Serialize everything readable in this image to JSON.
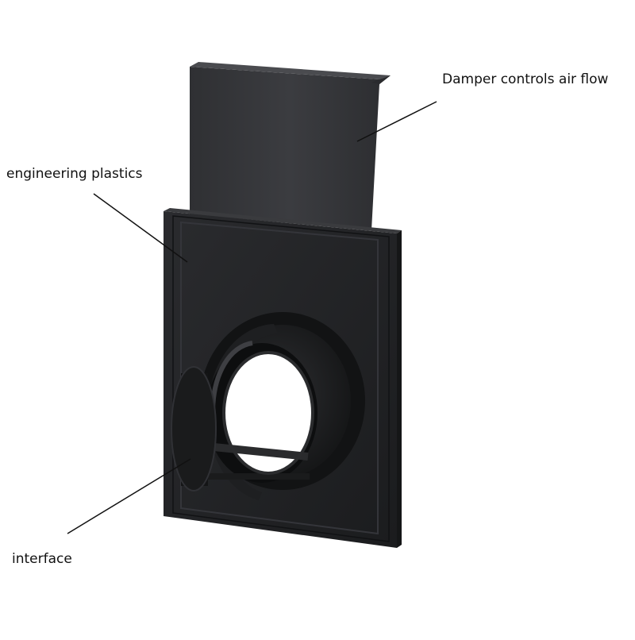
{
  "labels": {
    "damper": "Damper controls air flow",
    "plastics": "engineering plastics",
    "interface": "interface"
  },
  "colors": {
    "background": "#ffffff",
    "plastic_dark": "#1c1d1f",
    "plastic_mid": "#2b2c2f",
    "damper_plate": "#3a3b3e",
    "leader_line": "#111111",
    "label_text": "#111111"
  },
  "icons": {
    "product": "blast-gate-icon"
  }
}
